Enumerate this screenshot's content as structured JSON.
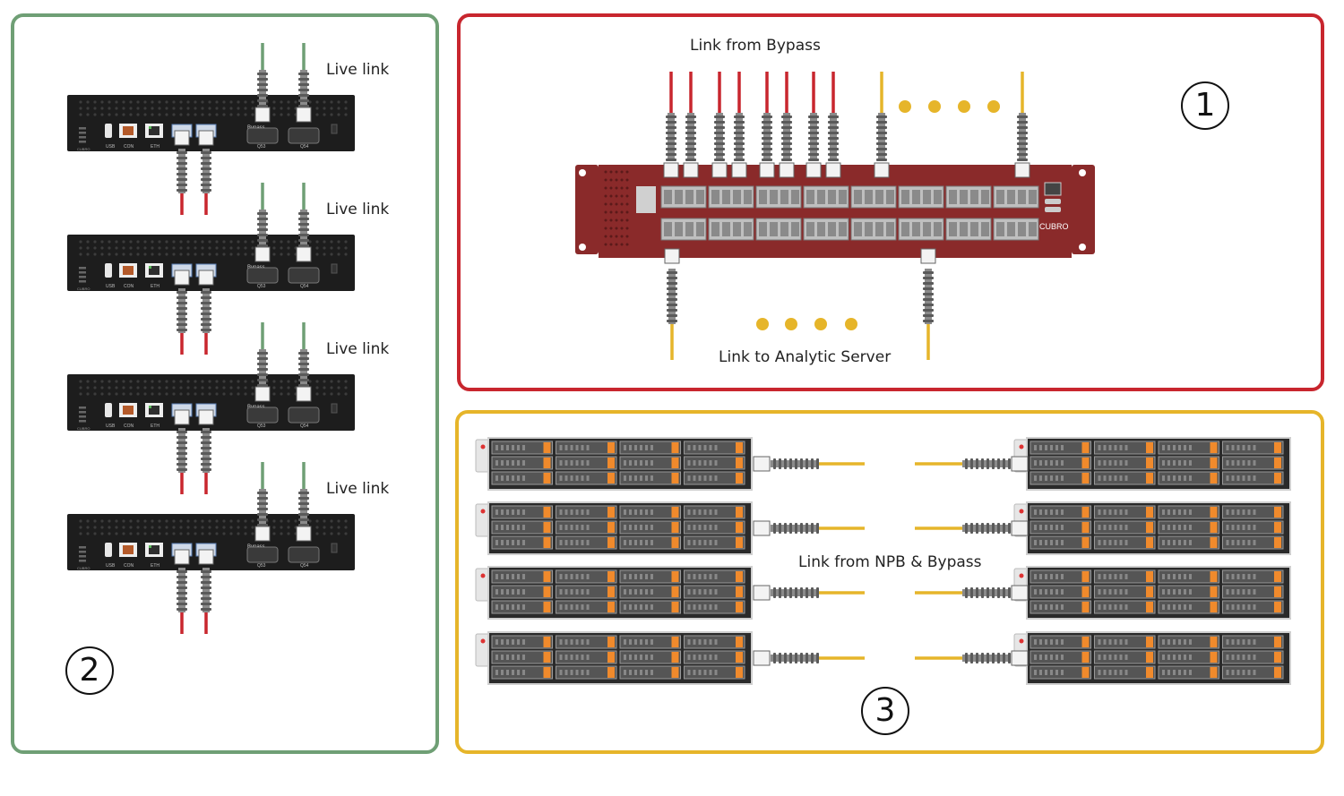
{
  "panel_bypass": {
    "number": "2",
    "link_label": "Live link",
    "units": 4,
    "ports": [
      "USB",
      "CON",
      "ETH",
      "Q53",
      "Q54"
    ],
    "device_label": "Bypass"
  },
  "panel_npb": {
    "number": "1",
    "top_label": "Link from Bypass",
    "bottom_label": "Link to Analytic Server",
    "brand": "CUBRO"
  },
  "panel_servers": {
    "number": "3",
    "center_label": "Link from NPB & Bypass",
    "rows": 4
  },
  "colors": {
    "green_border": "#6f9f75",
    "red_border": "#c8262e",
    "yellow_border": "#e6b52a",
    "fiber_red": "#c8262e",
    "fiber_green": "#6f9f75",
    "fiber_yellow": "#e6b52a",
    "npb_chassis": "#8a2a2a",
    "drive_orange": "#f08a2c"
  }
}
